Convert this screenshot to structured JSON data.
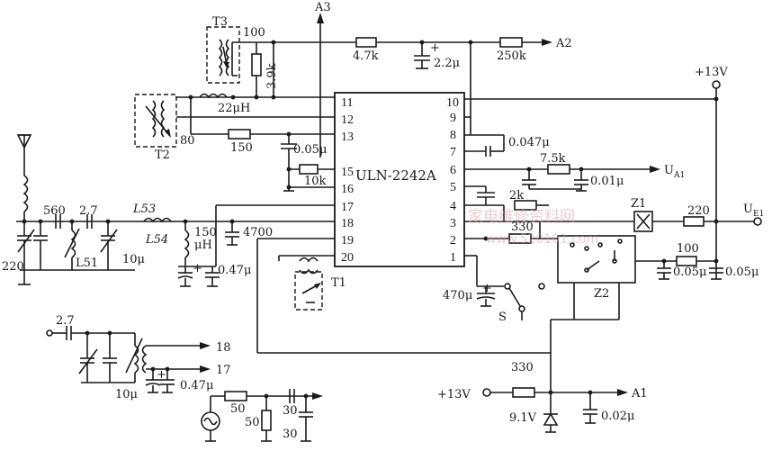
{
  "chip": {
    "name": "ULN-2242A"
  },
  "pins_left": [
    "11",
    "12",
    "13",
    "15",
    "16",
    "17",
    "18",
    "19",
    "20"
  ],
  "pins_right": [
    "10",
    "9",
    "8",
    "7",
    "6",
    "5",
    "4",
    "3",
    "2",
    "1"
  ],
  "labels": {
    "a3": "A3",
    "a2": "A2",
    "a1": "A1",
    "t3": "T3",
    "t2": "T2",
    "t1": "T1",
    "z1": "Z1",
    "z2": "Z2",
    "s": "S",
    "v13_top": "+13V",
    "v13_bot": "+13V",
    "ua1": "U",
    "ua1_sub": "A1",
    "ue1": "U",
    "ue1_sub": "E1",
    "n18": "18",
    "n17": "17"
  },
  "components": {
    "r100": "100",
    "r3k9": "3.9k",
    "r4k7": "4.7k",
    "c2u2": "2.2μ",
    "r250k": "250k",
    "l22uh": "22μH",
    "n80": "80",
    "r150": "150",
    "c005": "0.05μ",
    "r10k": "10k",
    "c047": "0.047μ",
    "r7k5": "7.5k",
    "c001": "0.01μ",
    "r2k": "2k",
    "r220": "220",
    "r330a": "330",
    "r100b": "100",
    "c005b": "0.05μ",
    "c005c": "0.05μ",
    "c560": "560",
    "c27a": "2.7",
    "l53": "L53",
    "l54": "L54",
    "l150uh_a": "150",
    "l150uh_b": "μH",
    "c4700": "4700",
    "c220": "220",
    "l51": "L51",
    "c10u": "10μ",
    "c047u": "0.47μ",
    "c470u": "470μ",
    "r330b": "330",
    "c27b": "2.7",
    "c10u_b": "10μ",
    "c047u_b": "0.47μ",
    "r50a": "50",
    "r50b": "50",
    "c30a": "30",
    "c30b": "30",
    "z91v": "9.1V",
    "c002": "0.02μ"
  },
  "watermark": {
    "line1": "家电维修资料网",
    "line2": "www.520101.com"
  }
}
